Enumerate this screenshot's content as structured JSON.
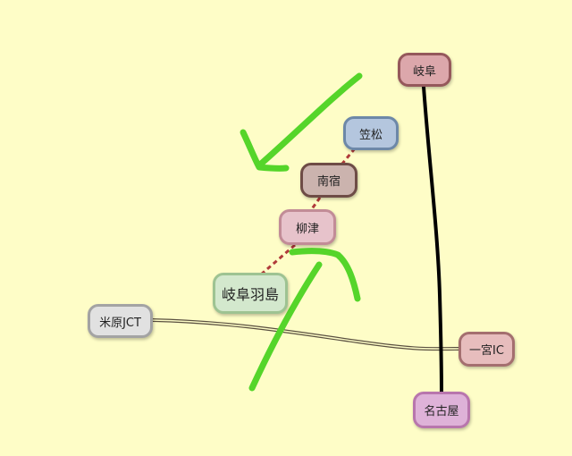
{
  "stations": {
    "gifu": "岐阜",
    "kasamatsu": "笠松",
    "minamijuku": "南宿",
    "yanaizu": "柳津",
    "gifu_hashima": "岐阜羽島",
    "maibara_jct": "米原JCT",
    "ichinomiya_ic": "一宮IC",
    "nagoya": "名古屋"
  },
  "colors": {
    "background": "#fefdc7",
    "rail_line": "#000000",
    "dashed_link": "#b03a3a",
    "expressway": "#5a5040",
    "arrow": "#55d52a"
  }
}
